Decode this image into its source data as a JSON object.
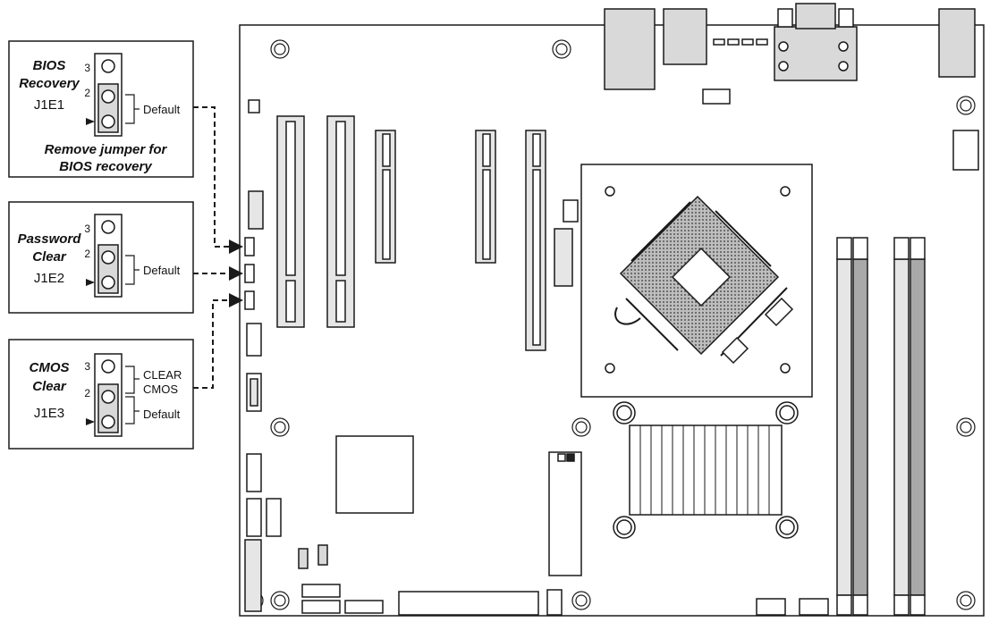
{
  "jumpers": [
    {
      "name_lines": [
        "BIOS",
        "Recovery"
      ],
      "ref": "J1E1",
      "pins": [
        "3",
        "2"
      ],
      "default_label": "Default",
      "note_lines": [
        "Remove jumper for",
        "BIOS recovery"
      ]
    },
    {
      "name_lines": [
        "Password",
        "Clear"
      ],
      "ref": "J1E2",
      "pins": [
        "3",
        "2"
      ],
      "default_label": "Default"
    },
    {
      "name_lines": [
        "CMOS",
        "Clear"
      ],
      "ref": "J1E3",
      "pins": [
        "3",
        "2"
      ],
      "clear_label_lines": [
        "CLEAR",
        "CMOS"
      ],
      "default_label": "Default"
    }
  ],
  "colors": {
    "line": "#1a1a1a",
    "slot_fill": "#e6e6e6",
    "board_fill": "#ffffff",
    "dimm_dark": "#a9a9a9",
    "socket_dots": "#7a7a7a",
    "connector_fill": "#d9d9d9"
  }
}
